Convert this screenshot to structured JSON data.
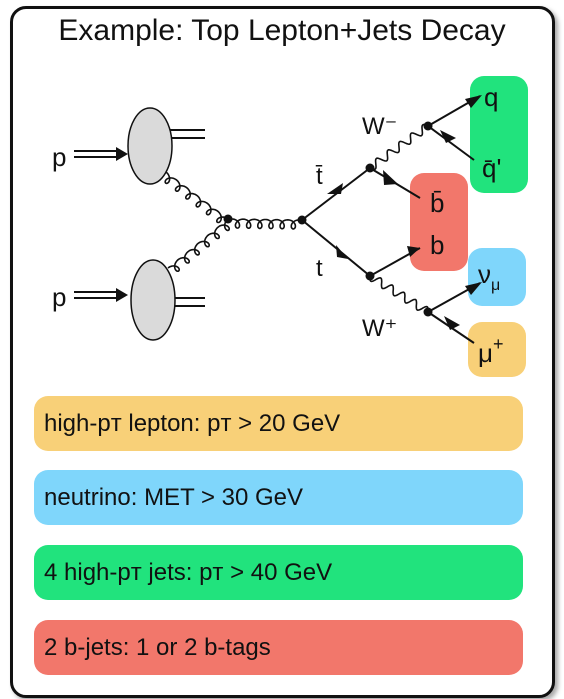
{
  "title": "Example: Top Lepton+Jets Decay",
  "colors": {
    "lepton": "#f8d078",
    "neutrino": "#7fd6fb",
    "jets": "#21e37d",
    "bjets": "#f2776b",
    "blob": "#dadada",
    "frame": "#111111"
  },
  "diagram": {
    "proton_top": "p",
    "proton_bottom": "p",
    "antitop": "t̄",
    "top": "t",
    "w_minus": "W⁻",
    "w_plus": "W⁺",
    "quark": "q",
    "antiquark_prime": "q̄'",
    "antibottom": "b̄",
    "bottom": "b",
    "neutrino": "ν",
    "neutrino_sub": "μ",
    "muon": "μ",
    "muon_sup": "+"
  },
  "criteria": {
    "lepton": "high-pт lepton: pт > 20 GeV",
    "neutrino": "neutrino: MET > 30 GeV",
    "jets": "4 high-pт jets: pт > 40 GeV",
    "bjets": "2 b-jets: 1 or 2 b-tags"
  }
}
